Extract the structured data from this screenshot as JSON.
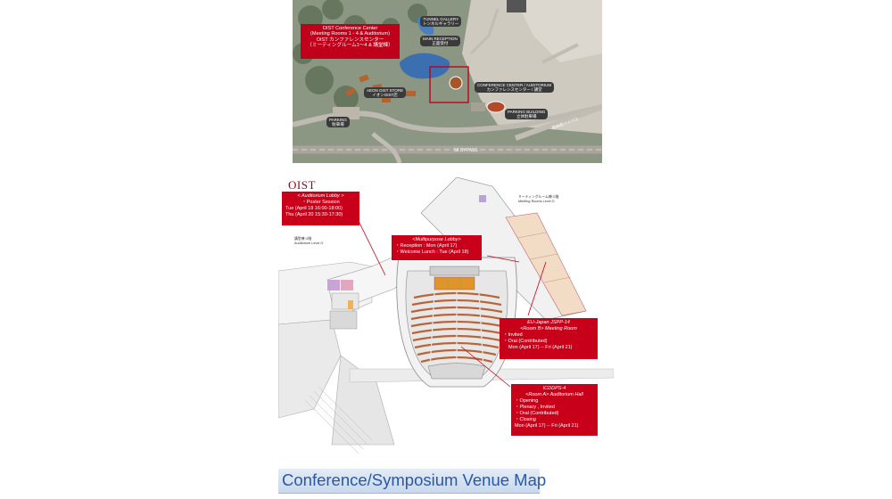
{
  "top_map": {
    "conference_center_box": {
      "line1": "OIST Conference Center",
      "line2": "(Meeting Rooms 1 - 4 & Auditorium)",
      "line3": "OIST カンファレンスセンター",
      "line4": "（ミーティングルーム1〜4 & 講堂棟）"
    },
    "labels": {
      "tunnel_gallery": "TUNNEL GALLERY",
      "tunnel_gallery_jp": "トンネルギャラリー",
      "main_reception": "MAIN RECEPTION",
      "main_reception_jp": "正面受付",
      "conference_auditorium": "CONFERENCE CENTER / AUDITORIUM",
      "conference_auditorium_jp": "カンファレンスセンター / 講堂",
      "aeon_store": "AEON OIST STORE",
      "aeon_store_jp": "イオンOIST店",
      "parking": "PARKING",
      "parking_jp": "駐車場",
      "parking_building": "PARKING BUILDING",
      "parking_building_jp": "立体駐車場",
      "bypass": "58 BYPASS",
      "bypass_jp": "恩納南バイパス"
    },
    "colors": {
      "highlight": "#c0001a",
      "water": "#3b6fb0",
      "road": "#b7b2aa",
      "terrain": "#7e8a78"
    }
  },
  "floor_plan": {
    "logo": "OIST",
    "auditorium_level": "講堂棟 G階",
    "auditorium_level_en": "Auditorium Level G",
    "meeting_level": "ミーティングルーム棟 G階",
    "meeting_level_en": "Meeting Rooms Level G",
    "callouts": {
      "lobby": {
        "title": "< Auditorium Lobby >",
        "lines": [
          "・Poster Session",
          "Tue (April 18  16:00-18:00)",
          "Thu (April 20  15:30-17:30)"
        ]
      },
      "multipurpose": {
        "title": "<Multipurpose Lobby>",
        "lines": [
          "・Reception : Mon (April 17)",
          "・Welcome Lunch : Tue (April 18)"
        ]
      },
      "room_b": {
        "title": "EU-Japan JSPP-14",
        "subtitle": "<Room B> Meeting Room",
        "lines": [
          "・Invited",
          "・Oral (Contributed)",
          "Mon (April 17) -- Fri (April 21)"
        ]
      },
      "room_a": {
        "title": "ICDDPS-4",
        "subtitle": "<Room A> Auditorium Hall",
        "lines": [
          "・Opening",
          "・Plenary , Invited",
          "・Oral (Contributed)",
          "・Closing",
          "Mon (April 17) -- Fri (April 21)"
        ]
      }
    },
    "colors": {
      "callout": "#c8001a",
      "seats": "#b8653a",
      "stage_seats": "#e0942c",
      "meeting_rooms": "#f0d9c4"
    }
  },
  "caption": "Conference/Symposium Venue Map"
}
